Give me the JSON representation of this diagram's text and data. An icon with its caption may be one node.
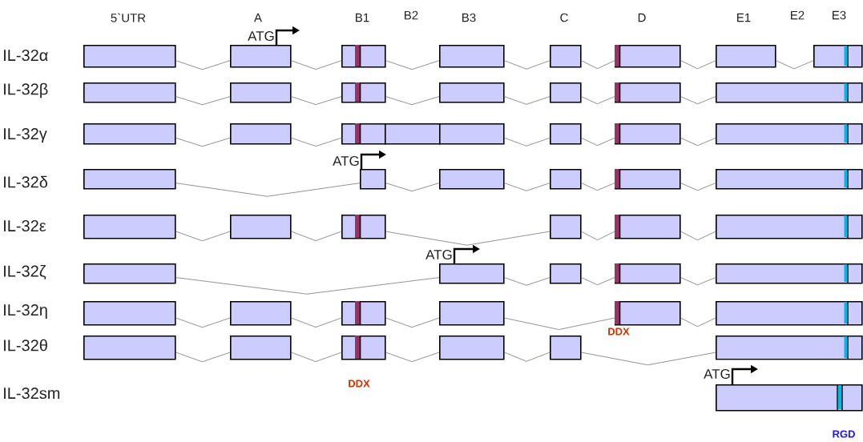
{
  "diagram": {
    "nodes": [
      {
        "text": [],
        "shape": "box"
      },
      {
        "text": [],
        "shape": "box"
      },
      {
        "text": [],
        "shape": "box"
      },
      {
        "text": [],
        "shape": "box"
      },
      {
        "text": [],
        "shape": "box"
      },
      {
        "text": [],
        "shape": "box"
      },
      {
        "text": [],
        "shape": "box"
      },
      {
        "text": [],
        "shape": "box"
      },
      {
        "text": [],
        "shape": "box"
      },
      {
        "text": [],
        "shape": "box"
      },
      {
        "text": [],
        "shape": "box"
      },
      {
        "text": [],
        "shape": "box"
      },
      {
        "text": [],
        "shape": "box"
      },
      {
        "text": [],
        "shape": "box"
      },
      {
        "text": [],
        "shape": "box"
      },
      {
        "text": [],
        "shape": "box"
      },
      {
        "text": [],
        "shape": "box"
      },
      {
        "text": [],
        "shape": "box"
      },
      {
        "text": [],
        "shape": "box"
      },
      {
        "text": [],
        "shape": "box"
      },
      {
        "text": [],
        "shape": "box"
      },
      {
        "text": [],
        "shape": "box"
      },
      {
        "text": [],
        "shape": "box"
      },
      {
        "text": [],
        "shape": "box"
      },
      {
        "text": [],
        "shape": "box"
      },
      {
        "text": [],
        "shape": "box"
      },
      {
        "text": [],
        "shape": "box"
      },
      {
        "text": [],
        "shape": "box"
      },
      {
        "text": [],
        "shape": "box"
      },
      {
        "text": [],
        "shape": "box"
      },
      {
        "text": [],
        "shape": "box"
      },
      {
        "text": [],
        "shape": "box"
      },
      {
        "text": [],
        "shape": "box"
      },
      {
        "text": [],
        "shape": "box"
      },
      {
        "text": [],
        "shape": "box"
      },
      {
        "text": [],
        "shape": "box"
      },
      {
        "text": [],
        "shape": "box"
      },
      {
        "text": [],
        "shape": "box"
      },
      {
        "text": [],
        "shape": "box"
      },
      {
        "text": [],
        "shape": "box"
      },
      {
        "text": [],
        "shape": "box"
      },
      {
        "text": [],
        "shape": "box"
      },
      {
        "text": [],
        "shape": "box"
      },
      {
        "text": [],
        "shape": "box"
      },
      {
        "text": [],
        "shape": "box"
      },
      {
        "text": [],
        "shape": "box"
      },
      {
        "text": [],
        "shape": "box"
      },
      {
        "text": [],
        "shape": "box"
      },
      {
        "text": [],
        "shape": "box"
      },
      {
        "text": [],
        "shape": "box"
      },
      {
        "text": [],
        "shape": "box"
      },
      {
        "text": [],
        "shape": "box"
      },
      {
        "text": [],
        "shape": "box"
      }
    ],
    "edges": [
      {
        "from": 0,
        "to": 1,
        "arrow": "none"
      },
      {
        "from": 1,
        "to": 2,
        "arrow": "none"
      },
      {
        "from": 2,
        "to": 3,
        "arrow": "none"
      },
      {
        "from": 3,
        "to": 4,
        "arrow": "none"
      },
      {
        "from": 4,
        "to": 5,
        "arrow": "none"
      },
      {
        "from": 5,
        "to": 6,
        "arrow": "none"
      },
      {
        "from": 6,
        "to": 7,
        "arrow": "none"
      },
      {
        "from": 8,
        "to": 9,
        "arrow": "none"
      },
      {
        "from": 9,
        "to": 10,
        "arrow": "none"
      },
      {
        "from": 10,
        "to": 11,
        "arrow": "none"
      },
      {
        "from": 11,
        "to": 12,
        "arrow": "none"
      },
      {
        "from": 12,
        "to": 13,
        "arrow": "none"
      },
      {
        "from": 13,
        "to": 14,
        "arrow": "none"
      },
      {
        "from": 15,
        "to": 16,
        "arrow": "none"
      },
      {
        "from": 16,
        "to": 17,
        "arrow": "none"
      },
      {
        "from": 19,
        "to": 20,
        "arrow": "none"
      },
      {
        "from": 20,
        "to": 21,
        "arrow": "none"
      },
      {
        "from": 21,
        "to": 22,
        "arrow": "none"
      },
      {
        "from": 23,
        "to": 24,
        "arrow": "none"
      },
      {
        "from": 24,
        "to": 25,
        "arrow": "none"
      },
      {
        "from": 25,
        "to": 26,
        "arrow": "none"
      },
      {
        "from": 26,
        "to": 27,
        "arrow": "none"
      },
      {
        "from": 27,
        "to": 28,
        "arrow": "none"
      },
      {
        "from": 29,
        "to": 30,
        "arrow": "none"
      },
      {
        "from": 30,
        "to": 31,
        "arrow": "none"
      },
      {
        "from": 31,
        "to": 32,
        "arrow": "none"
      },
      {
        "from": 32,
        "to": 33,
        "arrow": "none"
      },
      {
        "from": 33,
        "to": 34,
        "arrow": "none"
      },
      {
        "from": 35,
        "to": 36,
        "arrow": "none"
      },
      {
        "from": 36,
        "to": 37,
        "arrow": "none"
      },
      {
        "from": 37,
        "to": 38,
        "arrow": "none"
      },
      {
        "from": 38,
        "to": 39,
        "arrow": "none"
      },
      {
        "from": 40,
        "to": 41,
        "arrow": "none"
      },
      {
        "from": 41,
        "to": 42,
        "arrow": "none"
      },
      {
        "from": 42,
        "to": 43,
        "arrow": "none"
      },
      {
        "from": 43,
        "to": 44,
        "arrow": "none"
      },
      {
        "from": 44,
        "to": 45,
        "arrow": "none"
      },
      {
        "from": 46,
        "to": 47,
        "arrow": "none"
      },
      {
        "from": 47,
        "to": 48,
        "arrow": "none"
      },
      {
        "from": 48,
        "to": 49,
        "arrow": "none"
      },
      {
        "from": 49,
        "to": 50,
        "arrow": "none"
      },
      {
        "from": 50,
        "to": 51,
        "arrow": "none"
      }
    ],
    "labels": [
      "5`UTR",
      "A",
      "B1",
      "B2",
      "B3",
      "C",
      "D",
      "E1",
      "E2",
      "E3",
      "ATG",
      "IL-32α",
      "IL-32β",
      "IL-32γ",
      "ATG",
      "IL-32δ",
      "IL-32ε",
      "ATG",
      "IL-32ζ",
      "IL-32η",
      "DDX",
      "IL-32θ",
      "ATG",
      "DDX",
      "IL-32sm",
      "RGD"
    ]
  }
}
